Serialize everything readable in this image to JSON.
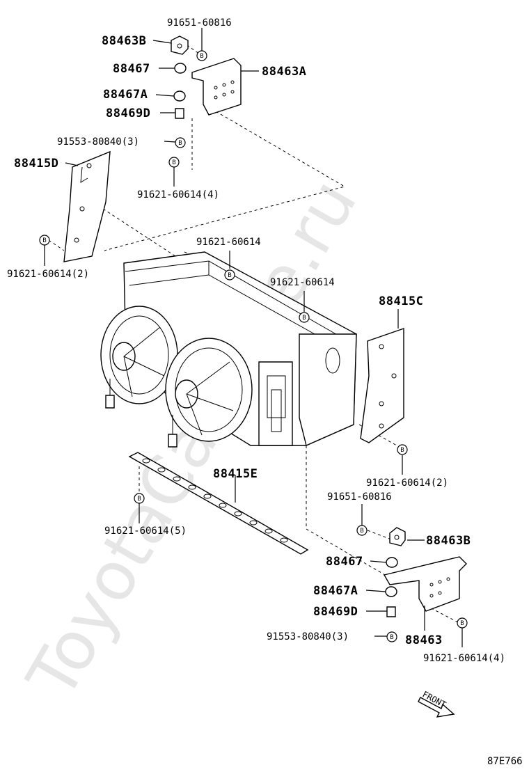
{
  "watermark": "ToyotaCarMine.ru",
  "bolt_symbol": "B",
  "diagram_code": "87E766",
  "front_label": "FRONT",
  "labels": {
    "l_91651_top": "91651-60816",
    "l_88463B_top": "88463B",
    "l_88467_top": "88467",
    "l_88463A": "88463A",
    "l_88467A_top": "88467A",
    "l_88469D_top": "88469D",
    "l_91553_top": "91553-80840(3)",
    "l_88415D": "88415D",
    "l_91621_4_top": "91621-60614(4)",
    "l_91621_mid_left": "91621-60614",
    "l_91621_2_left": "91621-60614(2)",
    "l_91621_mid_right": "91621-60614",
    "l_88415C": "88415C",
    "l_88415E": "88415E",
    "l_91621_2_right": "91621-60614(2)",
    "l_91651_bottom": "91651-60816",
    "l_91621_5": "91621-60614(5)",
    "l_88463B_bottom": "88463B",
    "l_88467_bottom": "88467",
    "l_88467A_bottom": "88467A",
    "l_88469D_bottom": "88469D",
    "l_91553_bottom": "91553-80840(3)",
    "l_88463": "88463",
    "l_91621_4_bottom": "91621-60614(4)"
  }
}
